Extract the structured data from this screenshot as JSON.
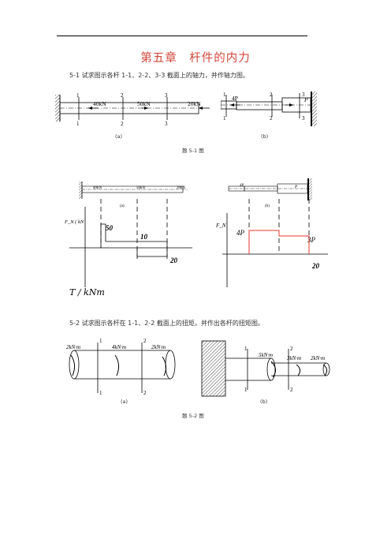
{
  "chapter_title": "第五章　杆件的内力",
  "problem_1": {
    "text": "5-1 试求图示各杆 1-1、2-2、3-3 截面上的轴力，并作轴力图。",
    "fig_a": {
      "loads": [
        "40kN",
        "50kN",
        "20kN"
      ],
      "sections": [
        "1",
        "2",
        "3"
      ],
      "caption": "(a)"
    },
    "fig_b": {
      "loads": [
        "4P",
        "P"
      ],
      "sections": [
        "1",
        "2",
        "3"
      ],
      "caption": "(b)"
    },
    "figure_caption": "题 5-1 图"
  },
  "solution_1": {
    "small_a": {
      "loads": [
        "40kN",
        "50kN",
        "20kN"
      ],
      "caption": "(a)"
    },
    "small_b": {
      "loads": [
        "4P",
        "P"
      ],
      "caption": "(b)"
    },
    "diagram_a": {
      "axis_label": "F_N ( kN",
      "values": [
        "50",
        "10",
        "20"
      ]
    },
    "diagram_b": {
      "axis_label": "F_N",
      "values": [
        "4P",
        "3P",
        "20"
      ]
    }
  },
  "torque_label": "T / kNm",
  "problem_2": {
    "text": "5-2 试求图示各杆在 1-1、2-2 截面上的扭矩。并作出各杆的扭矩图。",
    "fig_a": {
      "torques": [
        "2kN·m",
        "4kN·m",
        "2kN·m"
      ],
      "sections": [
        "1",
        "2"
      ],
      "caption": "(a)"
    },
    "fig_b": {
      "torques": [
        "5kN·m",
        "3kN·m",
        "2kN·m"
      ],
      "sections": [
        "1",
        "2"
      ],
      "caption": "(b)"
    },
    "figure_caption": "题 5-2 图"
  },
  "colors": {
    "title": "#d0463a",
    "diagram_b": "#e83a2e"
  }
}
